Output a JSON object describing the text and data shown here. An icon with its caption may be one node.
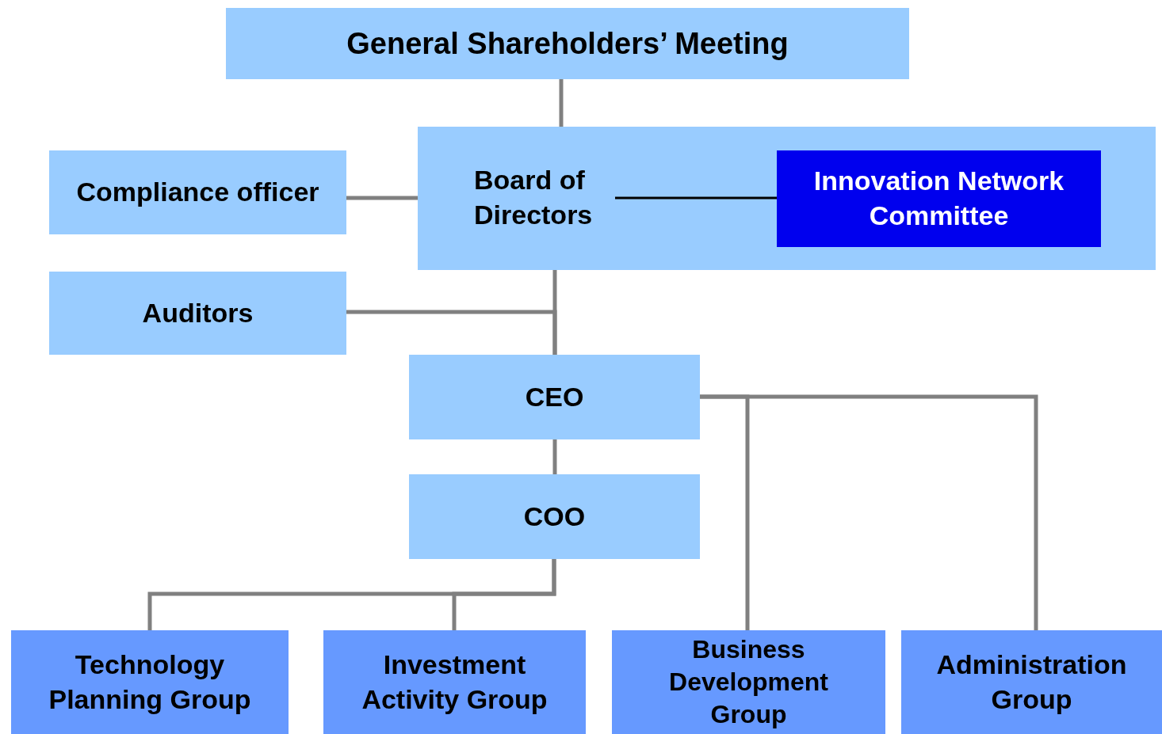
{
  "diagram": {
    "nodes": [
      {
        "text": [
          "General Shareholders’ Meeting"
        ]
      },
      {
        "text": [],
        "shape": "box"
      },
      {
        "text": [
          "Board of Directors"
        ],
        "in": 1
      },
      {
        "text": [
          "Innovation Network Committee"
        ],
        "in": 1
      },
      {
        "text": [
          "Compliance officer"
        ]
      },
      {
        "text": [
          "Auditors"
        ]
      },
      {
        "text": [
          "CEO"
        ]
      },
      {
        "text": [
          "COO"
        ]
      },
      {
        "text": [
          "Technology Planning Group"
        ]
      },
      {
        "text": [
          "Investment Activity Group"
        ]
      },
      {
        "text": [
          "Business Development Group"
        ]
      },
      {
        "text": [
          "Administration Group"
        ]
      }
    ],
    "edges": [
      {
        "from": 0,
        "to": 1,
        "arrow": "none"
      },
      {
        "from": 4,
        "to": 1,
        "arrow": "none"
      },
      {
        "from": 2,
        "to": 3,
        "arrow": "none",
        "color": "#000000"
      },
      {
        "from": 1,
        "to": 6,
        "arrow": "none"
      },
      {
        "from": 5,
        "to": 6,
        "arrow": "none"
      },
      {
        "from": 6,
        "to": 7,
        "arrow": "none"
      },
      {
        "from": 7,
        "to": 8,
        "arrow": "none"
      },
      {
        "from": 7,
        "to": 9,
        "arrow": "none"
      },
      {
        "from": 6,
        "to": 10,
        "arrow": "none"
      },
      {
        "from": 6,
        "to": 11,
        "arrow": "none"
      }
    ]
  }
}
